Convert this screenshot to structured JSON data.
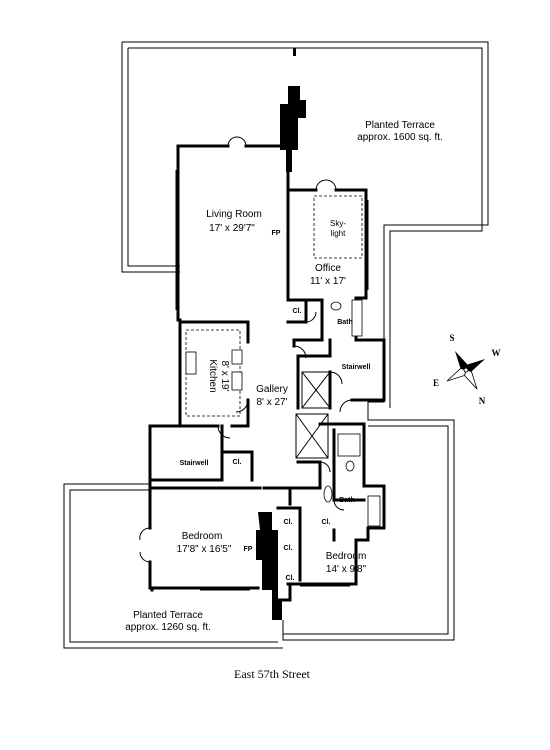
{
  "rooms": {
    "terrace_north": {
      "name": "Planted Terrace",
      "area": "approx. 1600 sq. ft."
    },
    "living_room": {
      "name": "Living Room",
      "dims": "17' x 29'7\""
    },
    "office": {
      "name": "Office",
      "dims": "11' x 17'"
    },
    "skylight": {
      "line1": "Sky-",
      "line2": "light"
    },
    "kitchen": {
      "name": "Kitchen",
      "dims": "8' x 19'"
    },
    "gallery": {
      "name": "Gallery",
      "dims": "8' x 27'"
    },
    "stairwell_east": {
      "name": "Stairwell"
    },
    "stairwell_west": {
      "name": "Stairwell"
    },
    "bath_upper": {
      "name": "Bath"
    },
    "bath_lower": {
      "name": "Bath"
    },
    "bedroom_large": {
      "name": "Bedroom",
      "dims": "17'8\" x 16'5\""
    },
    "bedroom_small": {
      "name": "Bedroom",
      "dims": "14' x 9'8\""
    },
    "terrace_south": {
      "name": "Planted Terrace",
      "area": "approx. 1260 sq. ft."
    }
  },
  "fixtures": {
    "fireplace_living": "FP",
    "fireplace_bedroom": "FP",
    "closet_office": "Cl.",
    "closet_stair": "Cl.",
    "closet_bed1": "Cl.",
    "closet_bed2": "Cl.",
    "closet_bed3": "Cl.",
    "closet_bath": "Cl."
  },
  "compass": {
    "n": "N",
    "s": "S",
    "e": "E",
    "w": "W"
  },
  "street": "East 57th Street"
}
